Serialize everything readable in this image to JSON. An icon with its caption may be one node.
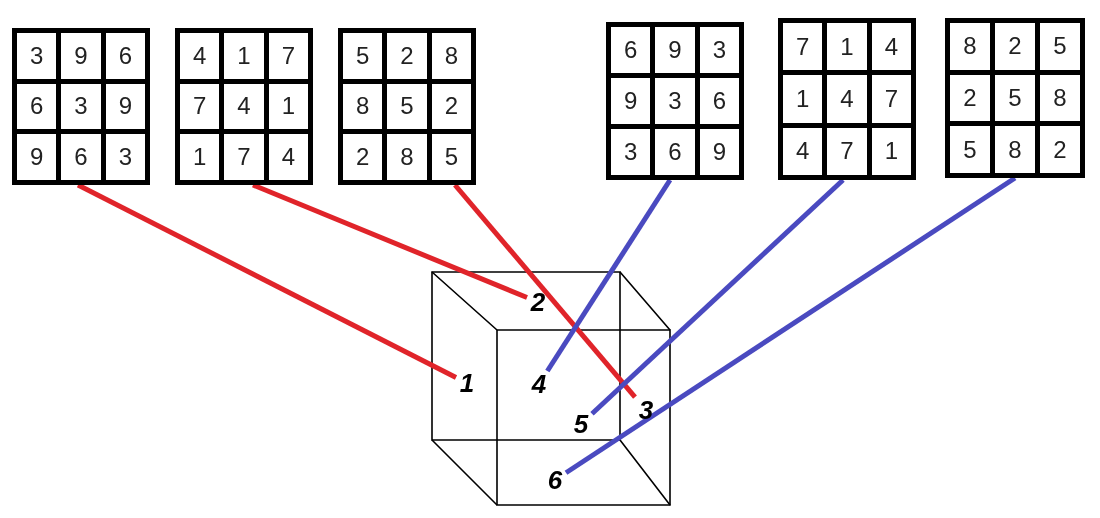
{
  "diagram": {
    "nodes": [
      {
        "text": [
          "3",
          "9",
          "6",
          "6",
          "3",
          "9",
          "9",
          "6",
          "3"
        ]
      },
      {
        "text": [
          "4",
          "1",
          "7",
          "7",
          "4",
          "1",
          "1",
          "7",
          "4"
        ]
      },
      {
        "text": [
          "5",
          "2",
          "8",
          "8",
          "5",
          "2",
          "2",
          "8",
          "5"
        ]
      },
      {
        "text": [
          "6",
          "9",
          "3",
          "9",
          "3",
          "6",
          "3",
          "6",
          "9"
        ]
      },
      {
        "text": [
          "7",
          "1",
          "4",
          "1",
          "4",
          "7",
          "4",
          "7",
          "1"
        ]
      },
      {
        "text": [
          "8",
          "2",
          "5",
          "2",
          "5",
          "8",
          "5",
          "8",
          "2"
        ]
      },
      {
        "text": [
          "2"
        ]
      },
      {
        "text": [
          "1"
        ]
      },
      {
        "text": [
          "4"
        ]
      },
      {
        "text": [
          "3"
        ]
      },
      {
        "text": [
          "5"
        ]
      },
      {
        "text": [
          "6"
        ]
      }
    ],
    "edges": [
      {
        "from": 0,
        "to": 7,
        "arrow": "none",
        "color": "#e0242a"
      },
      {
        "from": 1,
        "to": 6,
        "arrow": "none",
        "color": "#e0242a"
      },
      {
        "from": 2,
        "to": 9,
        "arrow": "none",
        "color": "#e0242a"
      },
      {
        "from": 3,
        "to": 8,
        "arrow": "none",
        "color": "#4a4ac0"
      },
      {
        "from": 4,
        "to": 10,
        "arrow": "none",
        "color": "#4a4ac0"
      },
      {
        "from": 5,
        "to": 11,
        "arrow": "none",
        "color": "#4a4ac0"
      }
    ]
  }
}
